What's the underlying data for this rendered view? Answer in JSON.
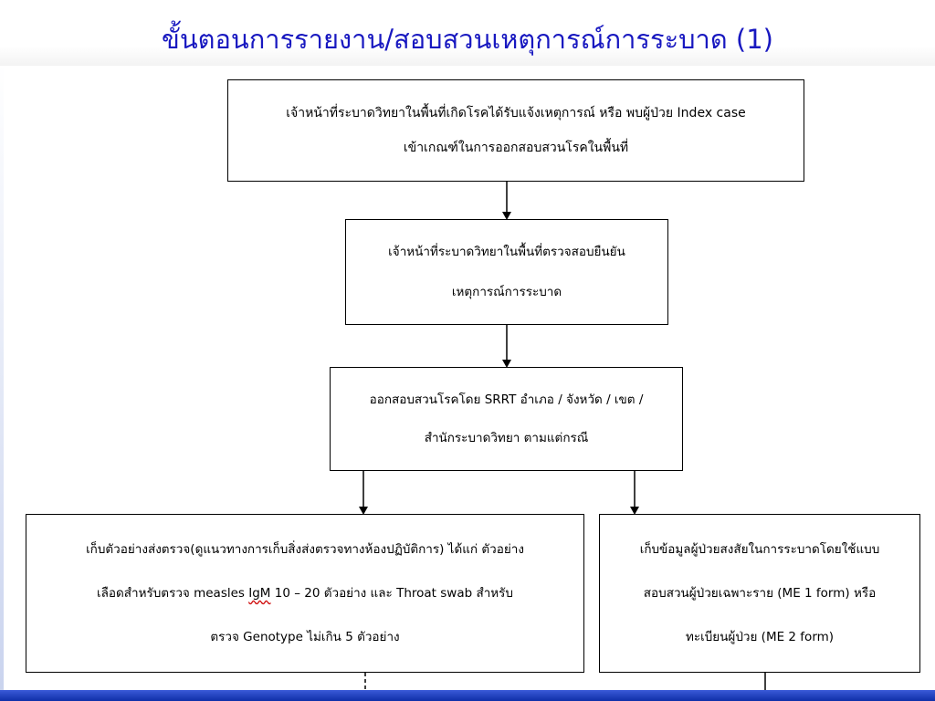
{
  "title": "ขั้นตอนการรายงาน/สอบสวนเหตุการณ์การระบาด (1)",
  "boxes": {
    "step1": {
      "line1": "เจ้าหน้าที่ระบาดวิทยาในพื้นที่เกิดโรคได้รับแจ้งเหตุการณ์ หรือ พบผู้ป่วย Index case",
      "line2": "เข้าเกณฑ์ในการออกสอบสวนโรคในพื้นที่"
    },
    "step2": {
      "line1": "เจ้าหน้าที่ระบาดวิทยาในพื้นที่ตรวจสอบยืนยัน",
      "line2": "เหตุการณ์การระบาด"
    },
    "step3": {
      "line1": "ออกสอบสวนโรคโดย SRRT อำเภอ / จังหวัด / เขต /",
      "line2": "สำนักระบาดวิทยา ตามแต่กรณี"
    },
    "step4a": {
      "line1": "เก็บตัวอย่างส่งตรวจ(ดูแนวทางการเก็บสิ่งส่งตรวจทางห้องปฏิบัติการ) ได้แก่ ตัวอย่าง",
      "line2_pre": "เลือดสำหรับตรวจ measles ",
      "line2_mark": "IgM",
      "line2_post": " 10 – 20 ตัวอย่าง และ Throat swab สำหรับ",
      "line3": "ตรวจ Genotype ไม่เกิน 5 ตัวอย่าง"
    },
    "step4b": {
      "line1": "เก็บข้อมูลผู้ป่วยสงสัยในการระบาดโดยใช้แบบ",
      "line2": "สอบสวนผู้ป่วยเฉพาะราย (ME 1 form)  หรือ",
      "line3": "ทะเบียนผู้ป่วย (ME 2 form)"
    }
  },
  "colors": {
    "title": "#1818c0",
    "bottom_bar": "#1a3cc0",
    "spellcheck": "#d01010"
  }
}
